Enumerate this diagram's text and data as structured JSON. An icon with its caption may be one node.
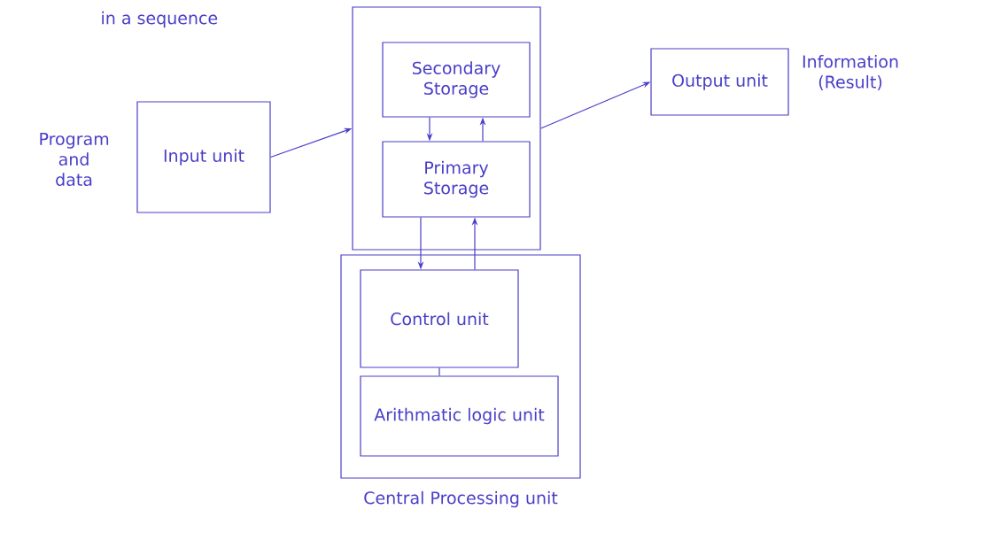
{
  "diagram": {
    "nodes": [
      {
        "text": [
          "Input unit"
        ],
        "beside": [
          "Program and data"
        ]
      },
      {
        "text": [],
        "shape": "box"
      },
      {
        "text": [
          "Secondary Storage"
        ],
        "in": 1
      },
      {
        "text": [
          "Primary Storage"
        ],
        "in": 1
      },
      {
        "text": [
          "Output unit"
        ],
        "beside": [
          "Information (Result)"
        ]
      },
      {
        "text": [
          "Central Processing unit"
        ]
      },
      {
        "text": [
          "Control unit"
        ],
        "in": 5
      },
      {
        "text": [
          "Arithmatic logic unit"
        ],
        "in": 5
      }
    ],
    "edges": [
      {
        "from": 0,
        "to": 1,
        "arrow": "to"
      },
      {
        "from": 1,
        "to": 4,
        "arrow": "to"
      },
      {
        "from": 2,
        "to": 3,
        "arrow": "to"
      },
      {
        "from": 3,
        "to": 2,
        "arrow": "to"
      },
      {
        "from": 3,
        "to": 6,
        "arrow": "to"
      },
      {
        "from": 6,
        "to": 3,
        "arrow": "to"
      },
      {
        "from": 6,
        "to": 7,
        "arrow": "none"
      }
    ],
    "labels": [
      "in a sequence"
    ]
  }
}
